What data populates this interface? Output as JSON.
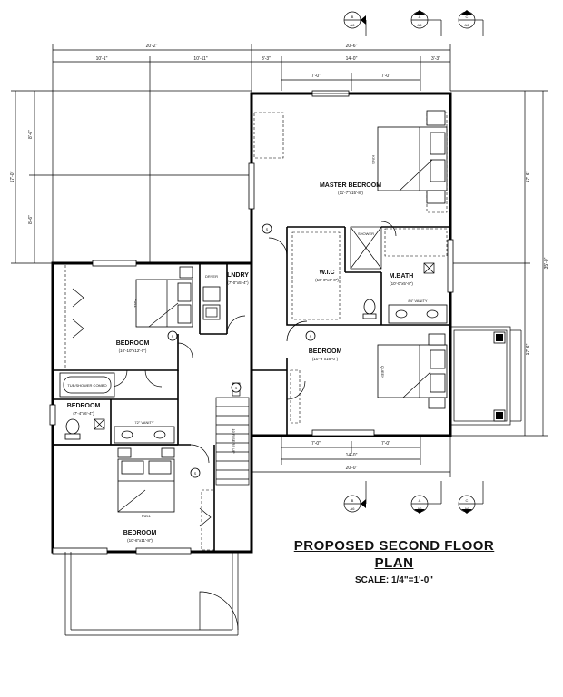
{
  "title": {
    "line1": "PROPOSED SECOND FLOOR",
    "line2": "PLAN",
    "scale": "SCALE: 1/4\"=1'-0\""
  },
  "rooms": {
    "master": {
      "name": "MASTER BEDROOM",
      "size": "(11'-7\"x15'-8\")",
      "bed": "KING"
    },
    "bed_right": {
      "name": "BEDROOM",
      "size": "(10'-9\"x16'-0\")",
      "bed": "QUEEN"
    },
    "bed_top_left": {
      "name": "BEDROOM",
      "size": "(10'-10\"x12'-0\")",
      "bed": "FULL"
    },
    "bed_small": {
      "name": "BEDROOM",
      "size": "(7'-4\"x6'-4\")"
    },
    "bed_bottom": {
      "name": "BEDROOM",
      "size": "(10'-6\"x11'-8\")",
      "bed": "FULL"
    },
    "laundry": {
      "name": "LNDRY",
      "size": "(7'-0\"x5'-4\")",
      "dryer": "DRYER"
    },
    "wic": {
      "name": "W.I.C",
      "size": "(10'-0\"x6'-0\")"
    },
    "mbath": {
      "name": "M.BATH",
      "size": "(10'-0\"x5'-8\")",
      "vanity": "84\" VANITY"
    },
    "shower": {
      "name": "SHOWER"
    },
    "tub": {
      "name": "TUB/SHOWER COMBO"
    },
    "hall_vanity": "72\" VANITY",
    "stair_note": "10 RISERS UP"
  },
  "dimensions": {
    "top_left_overall": "20'-2\"",
    "top_right_overall": "20'-6\"",
    "top_left_a": "10'-1\"",
    "top_left_b": "10'-11\"",
    "top_r1": "3'-3\"",
    "top_r2": "14'-0\"",
    "top_r3": "3'-3\"",
    "top_sub1": "7'-0\"",
    "top_sub2": "7'-0\"",
    "left_overall": "17'-0\"",
    "left_a": "8'-6\"",
    "left_b": "8'-6\"",
    "right_overall": "35'-0\"",
    "right_a": "17'-6\"",
    "right_b": "17'-6\"",
    "bot_sub1": "7'-0\"",
    "bot_sub2": "7'-0\"",
    "bot_mid": "14'-0\"",
    "bot_overall": "20'-0\""
  },
  "section_markers": {
    "top": [
      {
        "letter": "B",
        "sheet": "A6"
      },
      {
        "letter": "A",
        "sheet": "A6"
      },
      {
        "letter": "C",
        "sheet": "A6"
      }
    ],
    "bottom": [
      {
        "letter": "B",
        "sheet": "A6"
      },
      {
        "letter": "A",
        "sheet": "A6"
      },
      {
        "letter": "C",
        "sheet": "A6"
      }
    ]
  },
  "detector_label": "S"
}
